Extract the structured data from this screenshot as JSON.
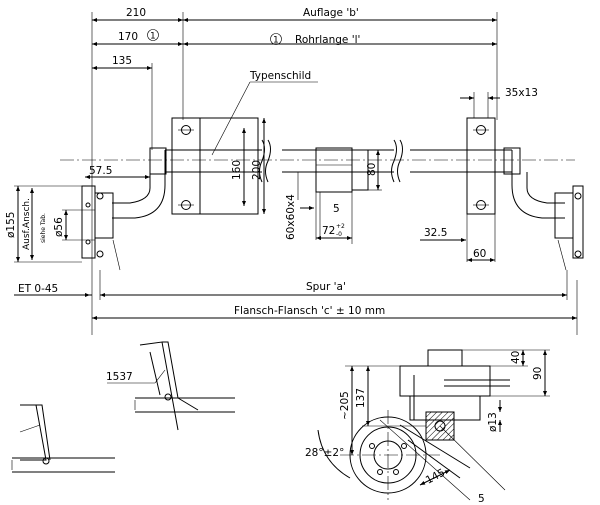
{
  "labels": {
    "d210": "210",
    "auflage": "Auflage 'b'",
    "d170": "170",
    "circ1a": "1",
    "circ1b": "1",
    "rohrlange": "Rohrlange 'l'",
    "d135": "135",
    "typenschild": "Typenschild",
    "d35x13": "35x13",
    "d57_5": "57.5",
    "d160": "160",
    "d200": "200",
    "d80": "80",
    "d155": "ø155",
    "ausf_ansch": "Ausf.Ansch.",
    "siehe_tab": "siehe Tab.",
    "d56": "ø56",
    "d60x60x4": "60x60x4",
    "d5": "5",
    "d72": "72",
    "tol_plus": "+2",
    "tol_minus": "-0",
    "d32_5": "32.5",
    "d60": "60",
    "et": "ET 0-45",
    "spur": "Spur 'a'",
    "flansch": "Flansch-Flansch 'c' ± 10 mm",
    "d1537": "1537",
    "d205": "~205",
    "d137": "137",
    "d40": "40",
    "d90": "90",
    "d13": "ø13",
    "d28": "28°±2°",
    "d145": "145",
    "d5b": "5"
  }
}
